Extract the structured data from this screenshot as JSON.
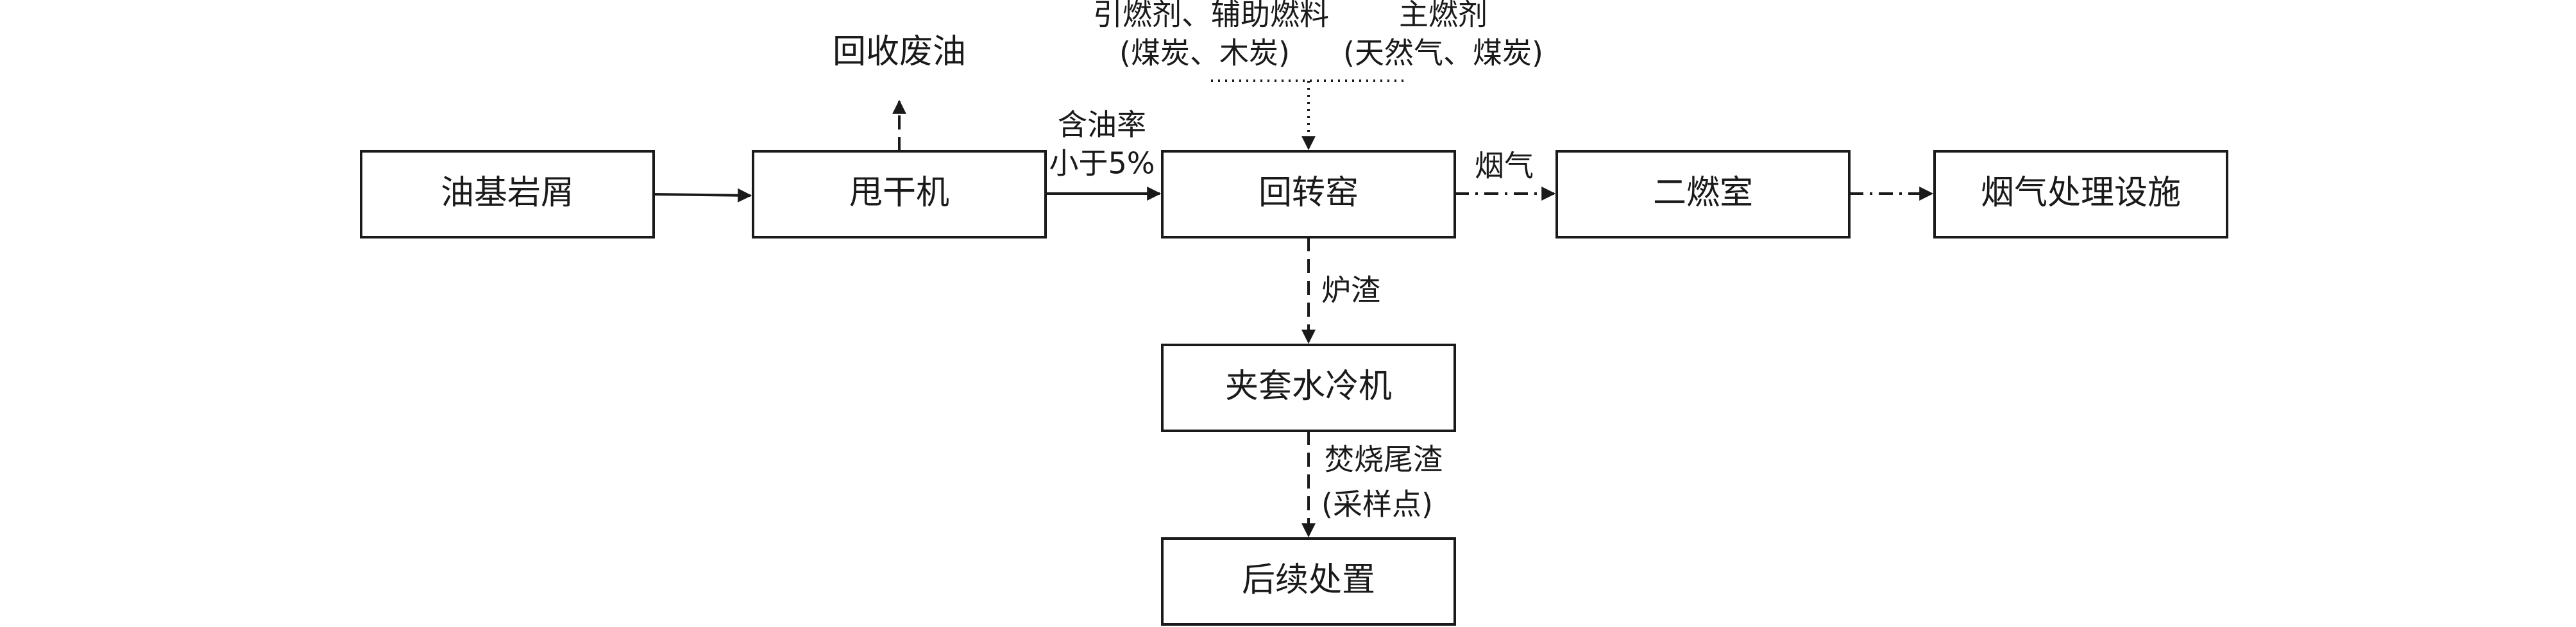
{
  "nodes": {
    "oil_cuttings": "油基岩屑",
    "dryer": "甩干机",
    "rotary_kiln": "回转窑",
    "secondary_chamber": "二燃室",
    "flue_gas_treatment": "烟气处理设施",
    "jacket_cooler": "夹套水冷机",
    "follow_up": "后续处置"
  },
  "labels": {
    "recovered_oil": "回收废油",
    "oil_content_line1": "含油率",
    "oil_content_line2": "小于5%",
    "ignition_fuel_line1": "引燃剂、辅助燃料",
    "ignition_fuel_line2": "(煤炭、木炭)",
    "main_fuel_line1": "主燃剂",
    "main_fuel_line2": "(天然气、煤炭)",
    "flue_gas": "烟气",
    "furnace_slag": "炉渣",
    "incineration_residue_line1": "焚烧尾渣",
    "incineration_residue_line2": "(采样点)"
  }
}
